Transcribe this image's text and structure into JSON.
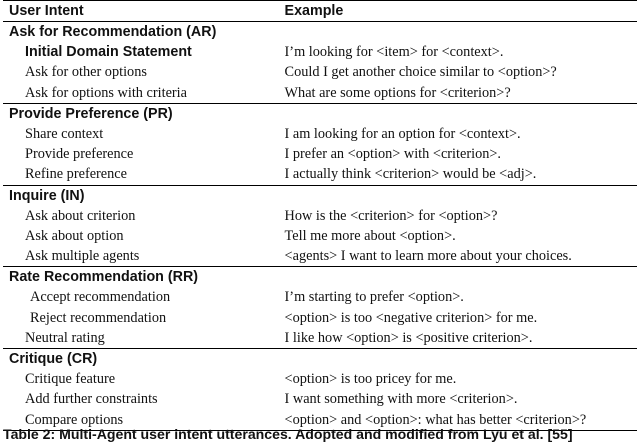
{
  "table": {
    "headers": {
      "intent": "User Intent",
      "example": "Example"
    },
    "groups": [
      {
        "name": "Ask for Recommendation (AR)",
        "rows": [
          {
            "intent": "Initial Domain Statement",
            "example": "I’m looking for <item> for <context>.",
            "bold": true
          },
          {
            "intent": "Ask for other options",
            "example": "Could I get another choice similar to <option>?"
          },
          {
            "intent": "Ask for options with criteria",
            "example": "What are some options for <criterion>?"
          }
        ]
      },
      {
        "name": "Provide Preference (PR)",
        "rows": [
          {
            "intent": "Share context",
            "example": "I am looking for an option for <context>."
          },
          {
            "intent": "Provide preference",
            "example": "I prefer an <option> with <criterion>."
          },
          {
            "intent": "Refine preference",
            "example": "I actually think <criterion> would be <adj>."
          }
        ]
      },
      {
        "name": "Inquire (IN)",
        "rows": [
          {
            "intent": "Ask about criterion",
            "example": "How is the <criterion> for <option>?"
          },
          {
            "intent": "Ask about option",
            "example": "Tell me more about <option>."
          },
          {
            "intent": "Ask multiple agents",
            "example": "<agents> I want to learn more about your choices."
          }
        ]
      },
      {
        "name": "Rate Recommendation (RR)",
        "rows": [
          {
            "intent": "Accept recommendation",
            "example": "I’m starting to prefer <option>.",
            "deep": true
          },
          {
            "intent": "Reject recommendation",
            "example": "<option> is too <negative criterion> for me.",
            "deep": true
          },
          {
            "intent": "Neutral rating",
            "example": "I like how <option> is <positive criterion>."
          }
        ]
      },
      {
        "name": "Critique (CR)",
        "rows": [
          {
            "intent": "Critique feature",
            "example": "<option> is too pricey for me."
          },
          {
            "intent": "Add further constraints",
            "example": "I want something with more <criterion>."
          },
          {
            "intent": "Compare options",
            "example": "<option> and <option>: what has better <criterion>?"
          }
        ]
      }
    ]
  },
  "caption": "Table 2: Multi-Agent user intent utterances. Adopted and modified from Lyu et al. [55]"
}
